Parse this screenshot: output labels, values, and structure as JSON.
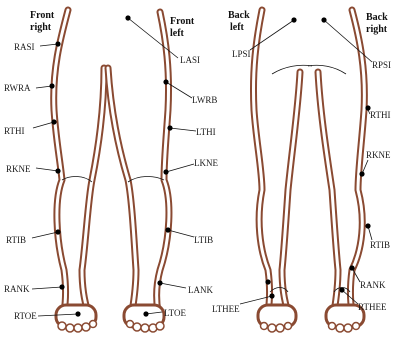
{
  "views": {
    "front_right": [
      "Front",
      "right"
    ],
    "front_left": [
      "Front",
      "left"
    ],
    "back_left": [
      "Back",
      "left"
    ],
    "back_right": [
      "Back",
      "right"
    ]
  },
  "markers": {
    "RASI": "RASI",
    "RWRA": "RWRA",
    "RTHI": "RTHI",
    "RKNE": "RKNE",
    "RTIB": "RTIB",
    "RANK": "RANK",
    "RTOE": "RTOE",
    "LASI": "LASI",
    "LWRB": "LWRB",
    "LTHI": "LTHI",
    "LKNE": "LKNE",
    "LTIB": "LTIB",
    "LANK": "LANK",
    "LTOE": "LTOE",
    "LPSI": "LPSI",
    "LTHEE": "LTHEE",
    "RPSI": "RPSI",
    "RTHI_back": "RTHI",
    "RKNE_back": "RKNE",
    "RTIB_back": "RTIB",
    "RANK_back": "RANK",
    "RTHEE": "RTHEE"
  },
  "colors": {
    "leg_outline": "#8a4a32",
    "marker_dot": "#000000",
    "background": "#ffffff"
  }
}
